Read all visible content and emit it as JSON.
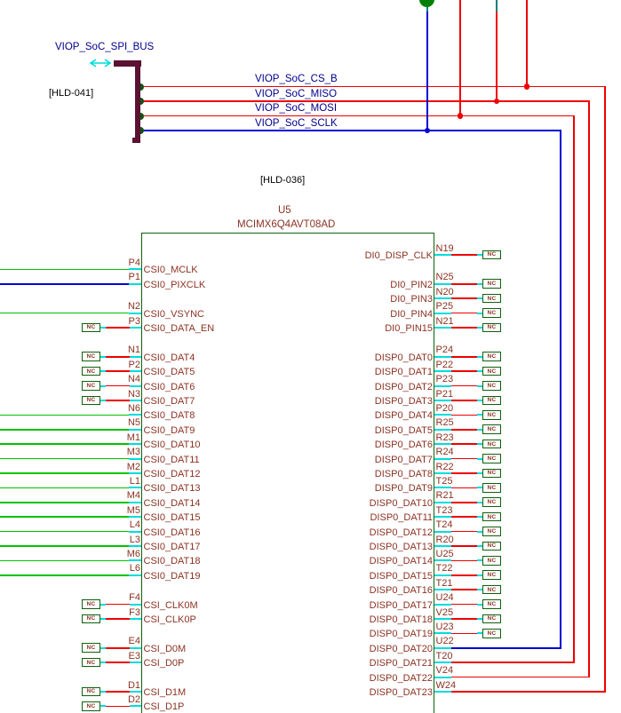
{
  "labels": {
    "bus_name": "VIOP_SoC_SPI_BUS",
    "hld_left": "[HLD-041]",
    "hld_mid": "[HLD-036]"
  },
  "component": {
    "refdes": "U5",
    "part_number": "MCIMX6Q4AVT08AD"
  },
  "nc_label": "NC",
  "nets": [
    {
      "label": "VIOP_SoC_CS_B",
      "color": "#ee0000"
    },
    {
      "label": "VIOP_SoC_MISO",
      "color": "#ee0000"
    },
    {
      "label": "VIOP_SoC_MOSI",
      "color": "#ee0000"
    },
    {
      "label": "VIOP_SoC_SCLK",
      "color": "#0000d2"
    }
  ],
  "left_pins": [
    {
      "row": 1,
      "num": "P4",
      "name": "CSI0_MCLK",
      "conn": "green"
    },
    {
      "row": 2,
      "num": "P1",
      "name": "CSI0_PIXCLK",
      "conn": "blue"
    },
    {
      "row": 4,
      "num": "N2",
      "name": "CSI0_VSYNC",
      "conn": "green"
    },
    {
      "row": 5,
      "num": "P3",
      "name": "CSI0_DATA_EN",
      "conn": "nc"
    },
    {
      "row": 7,
      "num": "N1",
      "name": "CSI0_DAT4",
      "conn": "nc"
    },
    {
      "row": 8,
      "num": "P2",
      "name": "CSI0_DAT5",
      "conn": "nc"
    },
    {
      "row": 9,
      "num": "N4",
      "name": "CSI0_DAT6",
      "conn": "nc"
    },
    {
      "row": 10,
      "num": "N3",
      "name": "CSI0_DAT7",
      "conn": "nc"
    },
    {
      "row": 11,
      "num": "N6",
      "name": "CSI0_DAT8",
      "conn": "green"
    },
    {
      "row": 12,
      "num": "N5",
      "name": "CSI0_DAT9",
      "conn": "green"
    },
    {
      "row": 13,
      "num": "M1",
      "name": "CSI0_DAT10",
      "conn": "green"
    },
    {
      "row": 14,
      "num": "M3",
      "name": "CSI0_DAT11",
      "conn": "green"
    },
    {
      "row": 15,
      "num": "M2",
      "name": "CSI0_DAT12",
      "conn": "green"
    },
    {
      "row": 16,
      "num": "L1",
      "name": "CSI0_DAT13",
      "conn": "green"
    },
    {
      "row": 17,
      "num": "M4",
      "name": "CSI0_DAT14",
      "conn": "green"
    },
    {
      "row": 18,
      "num": "M5",
      "name": "CSI0_DAT15",
      "conn": "green"
    },
    {
      "row": 19,
      "num": "L4",
      "name": "CSI0_DAT16",
      "conn": "green"
    },
    {
      "row": 20,
      "num": "L3",
      "name": "CSI0_DAT17",
      "conn": "green"
    },
    {
      "row": 21,
      "num": "M6",
      "name": "CSI0_DAT18",
      "conn": "green"
    },
    {
      "row": 22,
      "num": "L6",
      "name": "CSI0_DAT19",
      "conn": "green"
    },
    {
      "row": 24,
      "num": "F4",
      "name": "CSI_CLK0M",
      "conn": "nc"
    },
    {
      "row": 25,
      "num": "F3",
      "name": "CSI_CLK0P",
      "conn": "nc"
    },
    {
      "row": 27,
      "num": "E4",
      "name": "CSI_D0M",
      "conn": "nc"
    },
    {
      "row": 28,
      "num": "E3",
      "name": "CSI_D0P",
      "conn": "nc"
    },
    {
      "row": 30,
      "num": "D1",
      "name": "CSI_D1M",
      "conn": "nc"
    },
    {
      "row": 31,
      "num": "D2",
      "name": "CSI_D1P",
      "conn": "nc"
    }
  ],
  "right_pins": [
    {
      "row": 0,
      "num": "N19",
      "name": "DI0_DISP_CLK",
      "conn": "nc"
    },
    {
      "row": 2,
      "num": "N25",
      "name": "DI0_PIN2",
      "conn": "nc"
    },
    {
      "row": 3,
      "num": "N20",
      "name": "DI0_PIN3",
      "conn": "nc"
    },
    {
      "row": 4,
      "num": "P25",
      "name": "DI0_PIN4",
      "conn": "nc"
    },
    {
      "row": 5,
      "num": "N21",
      "name": "DI0_PIN15",
      "conn": "nc"
    },
    {
      "row": 7,
      "num": "P24",
      "name": "DISP0_DAT0",
      "conn": "nc"
    },
    {
      "row": 8,
      "num": "P22",
      "name": "DISP0_DAT1",
      "conn": "nc"
    },
    {
      "row": 9,
      "num": "P23",
      "name": "DISP0_DAT2",
      "conn": "nc"
    },
    {
      "row": 10,
      "num": "P21",
      "name": "DISP0_DAT3",
      "conn": "nc"
    },
    {
      "row": 11,
      "num": "P20",
      "name": "DISP0_DAT4",
      "conn": "nc"
    },
    {
      "row": 12,
      "num": "R25",
      "name": "DISP0_DAT5",
      "conn": "nc"
    },
    {
      "row": 13,
      "num": "R23",
      "name": "DISP0_DAT6",
      "conn": "nc"
    },
    {
      "row": 14,
      "num": "R24",
      "name": "DISP0_DAT7",
      "conn": "nc"
    },
    {
      "row": 15,
      "num": "R22",
      "name": "DISP0_DAT8",
      "conn": "nc"
    },
    {
      "row": 16,
      "num": "T25",
      "name": "DISP0_DAT9",
      "conn": "nc"
    },
    {
      "row": 17,
      "num": "R21",
      "name": "DISP0_DAT10",
      "conn": "nc"
    },
    {
      "row": 18,
      "num": "T23",
      "name": "DISP0_DAT11",
      "conn": "nc"
    },
    {
      "row": 19,
      "num": "T24",
      "name": "DISP0_DAT12",
      "conn": "nc"
    },
    {
      "row": 20,
      "num": "R20",
      "name": "DISP0_DAT13",
      "conn": "nc"
    },
    {
      "row": 21,
      "num": "U25",
      "name": "DISP0_DAT14",
      "conn": "nc"
    },
    {
      "row": 22,
      "num": "T22",
      "name": "DISP0_DAT15",
      "conn": "nc"
    },
    {
      "row": 23,
      "num": "T21",
      "name": "DISP0_DAT16",
      "conn": "nc"
    },
    {
      "row": 24,
      "num": "U24",
      "name": "DISP0_DAT17",
      "conn": "nc"
    },
    {
      "row": 25,
      "num": "V25",
      "name": "DISP0_DAT18",
      "conn": "nc"
    },
    {
      "row": 26,
      "num": "U23",
      "name": "DISP0_DAT19",
      "conn": "nc"
    },
    {
      "row": 27,
      "num": "U22",
      "name": "DISP0_DAT20",
      "conn": "net3"
    },
    {
      "row": 28,
      "num": "T20",
      "name": "DISP0_DAT21",
      "conn": "net2"
    },
    {
      "row": 29,
      "num": "V24",
      "name": "DISP0_DAT22",
      "conn": "net1"
    },
    {
      "row": 30,
      "num": "W24",
      "name": "DISP0_DAT23",
      "conn": "net0"
    }
  ],
  "colors": {
    "wire_red": "#ee0000",
    "wire_green": "#00c300",
    "wire_blue": "#0000d2",
    "stub_cyan": "#00dcdc",
    "teal": "#008080",
    "bus_maroon": "#5a1132",
    "box_green": "#0c610c",
    "junction_green": "#155215",
    "ball_green": "#008000",
    "text_maroon": "#8b3222",
    "net_label_navy": "#00008b"
  }
}
